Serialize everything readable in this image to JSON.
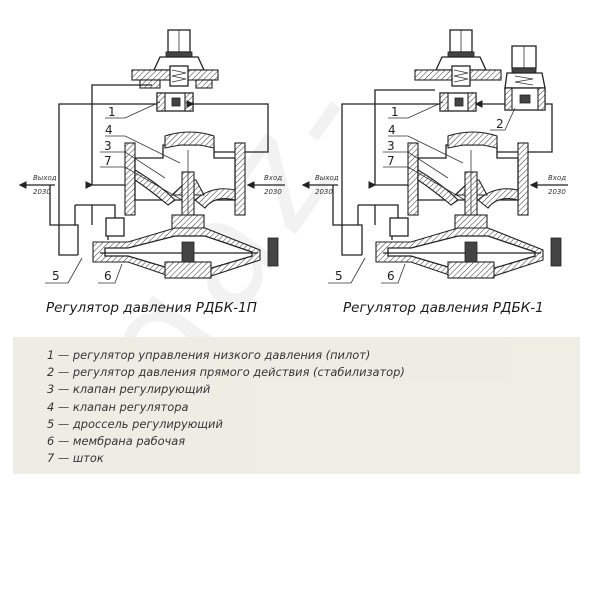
{
  "watermark": "gaz-",
  "diagrams": [
    {
      "id": "left",
      "caption": "Регулятор давления РДБК-1П",
      "callouts": [
        "1",
        "4",
        "3",
        "7",
        "5",
        "6"
      ],
      "outlet": {
        "label": "Выход",
        "code": "2030"
      },
      "inlet": {
        "label": "Вход",
        "code": "2030"
      }
    },
    {
      "id": "right",
      "caption": "Регулятор давления РДБК-1",
      "callouts": [
        "1",
        "4",
        "3",
        "7",
        "2",
        "5",
        "6"
      ],
      "outlet": {
        "label": "Выход",
        "code": "2030"
      },
      "inlet": {
        "label": "Вход",
        "code": "2030"
      }
    }
  ],
  "legend": {
    "items": [
      "1 — регулятор управления низкого давления (пилот)",
      "2 — регулятор давления прямого действия (стабилизатор)",
      "3 — клапан регулирующий",
      "4 — клапан регулятора",
      "5 — дроссель регулирующий",
      "6 — мембрана рабочая",
      "7 — шток"
    ]
  }
}
